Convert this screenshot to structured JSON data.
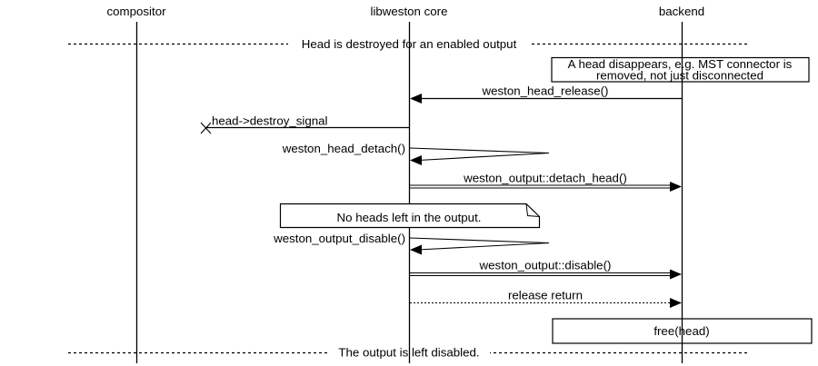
{
  "title": "Sequence diagram: head destroyed for an enabled output",
  "colors": {
    "line": "#000000",
    "background": "#ffffff"
  },
  "actors": [
    {
      "label": "compositor"
    },
    {
      "label": "libweston core"
    },
    {
      "label": "backend"
    }
  ],
  "dividers": {
    "top": "Head is destroyed for an enabled output",
    "bottom": "The output is left disabled."
  },
  "notes": {
    "mst": {
      "line1": "A head disappears, e.g. MST connector is",
      "line2": "removed, not just disconnected"
    },
    "no_heads": "No heads left in the output.",
    "free_head": "free(head)"
  },
  "messages": {
    "head_release": "weston_head_release()",
    "destroy_signal": "head->destroy_signal",
    "head_detach": "weston_head_detach()",
    "detach_head": "weston_output::detach_head()",
    "output_disable_call": "weston_output_disable()",
    "output_disable": "weston_output::disable()",
    "release_return": "release return"
  }
}
